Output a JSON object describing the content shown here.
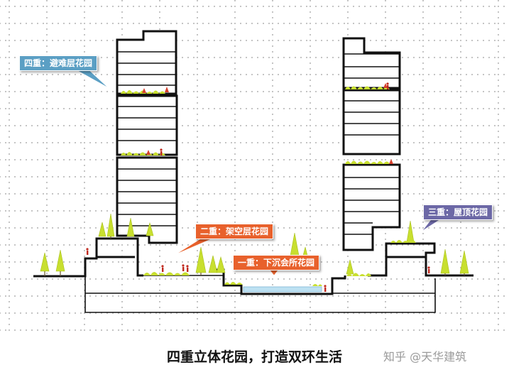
{
  "callouts": {
    "level4": "四重：避难层花园",
    "level2": "二重：架空层花园",
    "level1": "一重：下沉会所花园",
    "level3": "三重：屋顶花园"
  },
  "caption": "四重立体花园，打造双环生活",
  "watermark": "知乎 @天华建筑",
  "colors": {
    "callout_blue": "#5b9fc4",
    "callout_orange": "#e8612c",
    "callout_purple": "#6c68a6",
    "tree_green": "#c8df2f",
    "water": "#bde1f2",
    "outline": "#111111",
    "grid_dots": "#9a9a9a"
  },
  "icons": [
    "tree-icon",
    "person-icon",
    "shrub-icon"
  ]
}
